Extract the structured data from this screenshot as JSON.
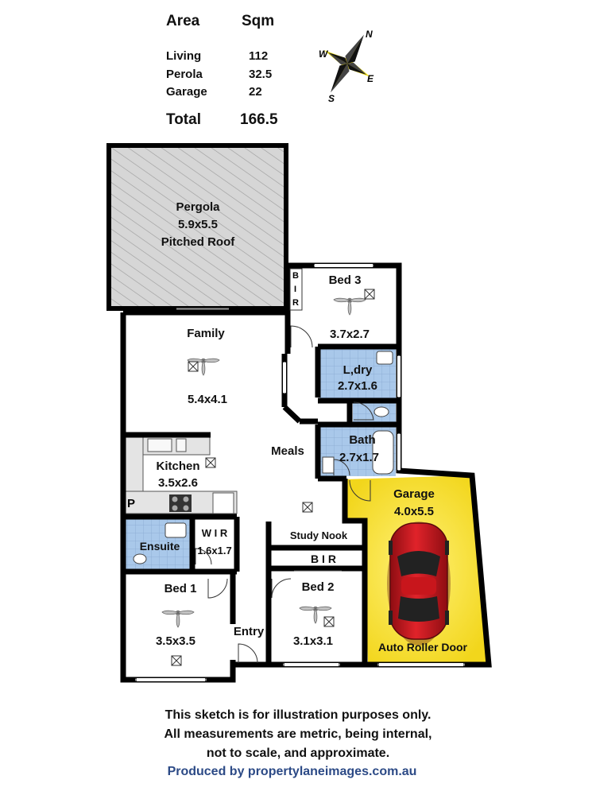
{
  "area_table": {
    "header_area": "Area",
    "header_sqm": "Sqm",
    "rows": [
      {
        "label": "Living",
        "value": "112"
      },
      {
        "label": "Perola",
        "value": "32.5"
      },
      {
        "label": "Garage",
        "value": "22"
      }
    ],
    "total_label": "Total",
    "total_value": "166.5"
  },
  "compass": {
    "n": "N",
    "s": "S",
    "e": "E",
    "w": "W"
  },
  "rooms": {
    "pergola": {
      "name": "Pergola",
      "dims": "5.9x5.5",
      "note": "Pitched Roof"
    },
    "bed3": {
      "name": "Bed 3",
      "dims": "3.7x2.7",
      "bir_letters": [
        "B",
        "I",
        "R"
      ]
    },
    "family": {
      "name": "Family",
      "dims": "5.4x4.1"
    },
    "ldry": {
      "name": "L,dry",
      "dims": "2.7x1.6"
    },
    "meals": {
      "name": "Meals"
    },
    "bath": {
      "name": "Bath",
      "dims": "2.7x1.7"
    },
    "kitchen": {
      "name": "Kitchen",
      "dims": "3.5x2.6",
      "pantry": "P"
    },
    "garage": {
      "name": "Garage",
      "dims": "4.0x5.5",
      "door": "Auto Roller Door"
    },
    "study_nook": {
      "name": "Study Nook"
    },
    "ensuite": {
      "name": "Ensuite"
    },
    "wir": {
      "name": "W I R",
      "dims": "1.6x1.7"
    },
    "bir2": {
      "name": "B I R"
    },
    "bed1": {
      "name": "Bed 1",
      "dims": "3.5x3.5"
    },
    "bed2": {
      "name": "Bed 2",
      "dims": "3.1x3.1"
    },
    "entry": {
      "name": "Entry"
    }
  },
  "colors": {
    "wall": "#000000",
    "wet_area": "#a9c8ea",
    "garage": "#fae632",
    "car": "#d0141c",
    "credit": "#2c4a86"
  },
  "disclaimer": {
    "line1": "This sketch is for illustration purposes only.",
    "line2": "All measurements are metric, being internal,",
    "line3": "not to scale, and approximate."
  },
  "credit": "Produced by propertylaneimages.com.au"
}
